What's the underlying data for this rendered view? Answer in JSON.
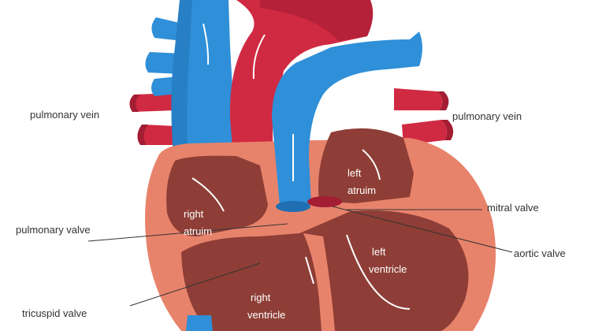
{
  "labels": {
    "pulmonary_vein_left": "pulmonary vein",
    "pulmonary_vein_right": "pulmonary vein",
    "pulmonary_valve": "pulmonary valve",
    "tricuspid_valve": "tricuspid valve",
    "mitral_valve": "mitral valve",
    "aortic_valve": "aortic valve"
  },
  "chambers": {
    "left_atrium": {
      "line1": "left",
      "line2": "atruim"
    },
    "right_atrium": {
      "line1": "right",
      "line2": "atruim"
    },
    "left_ventricle": {
      "line1": "left",
      "line2": "ventricle"
    },
    "right_ventricle": {
      "line1": "right",
      "line2": "ventricle"
    }
  },
  "colors": {
    "blood_red": "#d02a42",
    "dark_red": "#a31d33",
    "blood_blue": "#2f8fd8",
    "dark_blue": "#1f6fb2",
    "muscle": "#e8836b",
    "chamber": "#8e3e36",
    "chamber_dark": "#7a3029",
    "text": "#333333"
  }
}
